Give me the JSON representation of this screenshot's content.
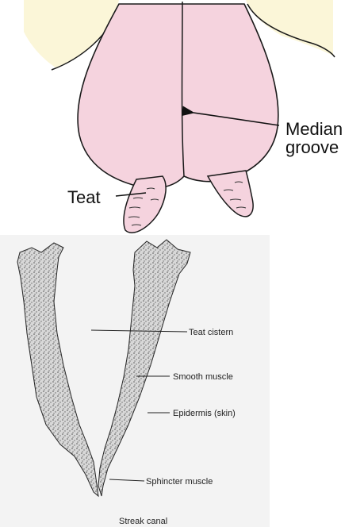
{
  "udder_diagram": {
    "labels": {
      "median_groove_line1": "Median",
      "median_groove_line2": "groove",
      "teat": "Teat"
    },
    "colors": {
      "udder_fill": "#f5d3de",
      "body_fill": "#fbf6d8",
      "outline": "#1a1a1a"
    }
  },
  "teat_cross_section": {
    "labels": {
      "teat_cistern": "Teat cistern",
      "smooth_muscle": "Smooth muscle",
      "epidermis": "Epidermis (skin)",
      "sphincter_muscle": "Sphincter muscle",
      "streak_canal": "Streak canal"
    },
    "colors": {
      "panel_bg": "#f3f3f3",
      "tissue_fill": "#d8d8d8",
      "stipple": "#555555"
    }
  }
}
